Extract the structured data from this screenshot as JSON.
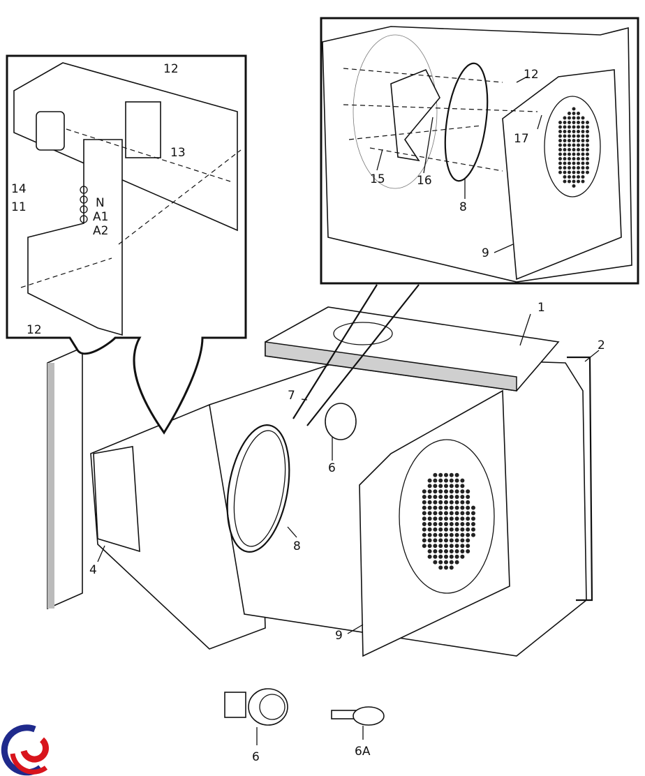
{
  "figure": {
    "title": "Oven cavity exploded parts view",
    "callouts": {
      "main": [
        "1",
        "2",
        "4",
        "6",
        "7",
        "8",
        "9"
      ],
      "inset_left": [
        "11",
        "12",
        "12",
        "13",
        "14"
      ],
      "inset_right": [
        "8",
        "9",
        "12",
        "15",
        "16",
        "17"
      ],
      "detail": [
        "6",
        "6A"
      ]
    },
    "terminal_labels": [
      "N",
      "A1",
      "A2"
    ],
    "logo": {
      "name": "brand-logo",
      "colors": [
        "#1f2a8c",
        "#d8141c"
      ]
    }
  }
}
